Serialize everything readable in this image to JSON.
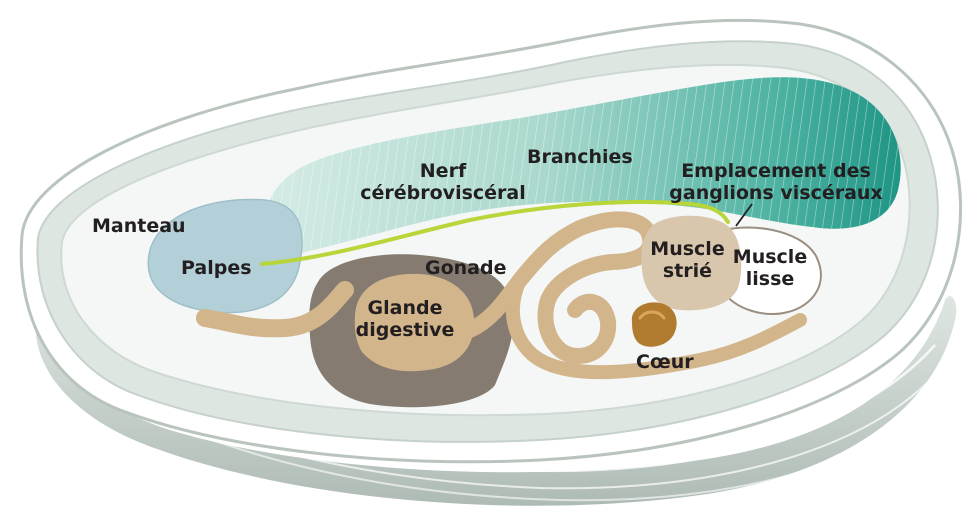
{
  "labels": {
    "manteau": "Manteau",
    "palpes": "Palpes",
    "nerf_line1": "Nerf",
    "nerf_line2": "cérébroviscéral",
    "branchies": "Branchies",
    "emplacement_line1": "Emplacement des",
    "emplacement_line2": "ganglions viscéraux",
    "gonade": "Gonade",
    "glande_line1": "Glande",
    "glande_line2": "digestive",
    "muscle_strie_line1": "Muscle",
    "muscle_strie_line2": "strié",
    "muscle_lisse_line1": "Muscle",
    "muscle_lisse_line2": "lisse",
    "coeur": "Cœur"
  },
  "colors": {
    "shell_outer": "#c9d3cd",
    "shell_inner": "#e8eeea",
    "mantle": "#f2f6f3",
    "gills": "#6fbfb0",
    "gills_dark": "#2e9e8e",
    "palps": "#a9c9d3",
    "nerve": "#b8d53a",
    "gonad": "#857b70",
    "digestive": "#d3b58c",
    "muscle_striated": "#d5c1a6",
    "muscle_smooth": "#ffffff",
    "heart": "#b07b2f",
    "text": "#231f20"
  }
}
